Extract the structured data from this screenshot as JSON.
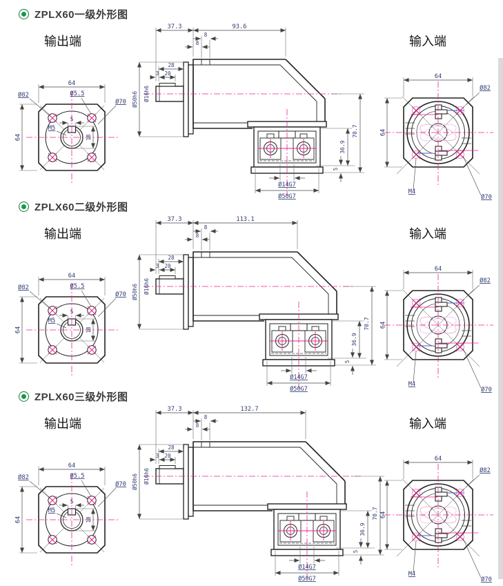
{
  "colors": {
    "accent_green": "#169a45",
    "centerline_pink": "#ec1f8e",
    "dim_text": "#2e3a72"
  },
  "sections": [
    {
      "title": "ZPLX60一级外形图",
      "output_label": "输出端",
      "input_label": "输入端",
      "left_view": {
        "dim_top": "64",
        "dim_side": "64",
        "label_d82": "Ø82",
        "label_d55": "Ø5.5",
        "label_d70": "Ø70",
        "label_m5": "M5",
        "key_width": "5",
        "key_height": "18"
      },
      "middle_view": {
        "dim_front": "37.3",
        "dim_body": "93.6",
        "dim_step1": "8",
        "dim_step2": "8",
        "dim_shaft_len": "28",
        "dim_key_offset": "3",
        "dim_key_len": "20",
        "label_hub": "Ø50h6",
        "label_shaft": "Ø16h6",
        "dim_height": "70.7",
        "dim_mid": "36.9",
        "dim_small": "5",
        "label_bore": "Ø14G7",
        "label_pilot": "Ø50G7"
      },
      "right_view": {
        "dim_top": "64",
        "dim_side": "64",
        "label_d82": "Ø82",
        "label_m4": "M4",
        "label_d70": "Ø70"
      }
    },
    {
      "title": "ZPLX60二级外形图",
      "output_label": "输出端",
      "input_label": "输入端",
      "left_view": {
        "dim_top": "64",
        "dim_side": "64",
        "label_d82": "Ø82",
        "label_d55": "Ø5.5",
        "label_d70": "Ø70",
        "label_m5": "M5",
        "key_width": "5",
        "key_height": "18"
      },
      "middle_view": {
        "dim_front": "37.3",
        "dim_body": "113.1",
        "dim_step1": "8",
        "dim_step2": "8",
        "dim_shaft_len": "28",
        "dim_key_offset": "3",
        "dim_key_len": "20",
        "label_hub": "Ø50h6",
        "label_shaft": "Ø16h6",
        "dim_height": "70.7",
        "dim_mid": "36.9",
        "dim_small": "5",
        "label_bore": "Ø14G7",
        "label_pilot": "Ø50G7"
      },
      "right_view": {
        "dim_top": "64",
        "dim_side": "64",
        "label_d82": "Ø82",
        "label_m4": "M4",
        "label_d70": "Ø70"
      }
    },
    {
      "title": "ZPLX60三级外形图",
      "output_label": "输出端",
      "input_label": "输入端",
      "left_view": {
        "dim_top": "64",
        "dim_side": "64",
        "label_d82": "Ø82",
        "label_d55": "Ø5.5",
        "label_d70": "Ø70",
        "label_m5": "M5",
        "key_width": "5",
        "key_height": "18"
      },
      "middle_view": {
        "dim_front": "37.3",
        "dim_body": "132.7",
        "dim_step1": "8",
        "dim_step2": "8",
        "dim_shaft_len": "28",
        "dim_key_offset": "3",
        "dim_key_len": "20",
        "label_hub": "Ø50h6",
        "label_shaft": "Ø16h6",
        "dim_height": "70.7",
        "dim_mid": "36.9",
        "dim_small": "5",
        "label_bore": "Ø14G7",
        "label_pilot": "Ø50G7"
      },
      "right_view": {
        "dim_top": "64",
        "dim_side": "64",
        "label_d82": "Ø82",
        "label_m4": "M4",
        "label_d70": "Ø70"
      }
    }
  ]
}
